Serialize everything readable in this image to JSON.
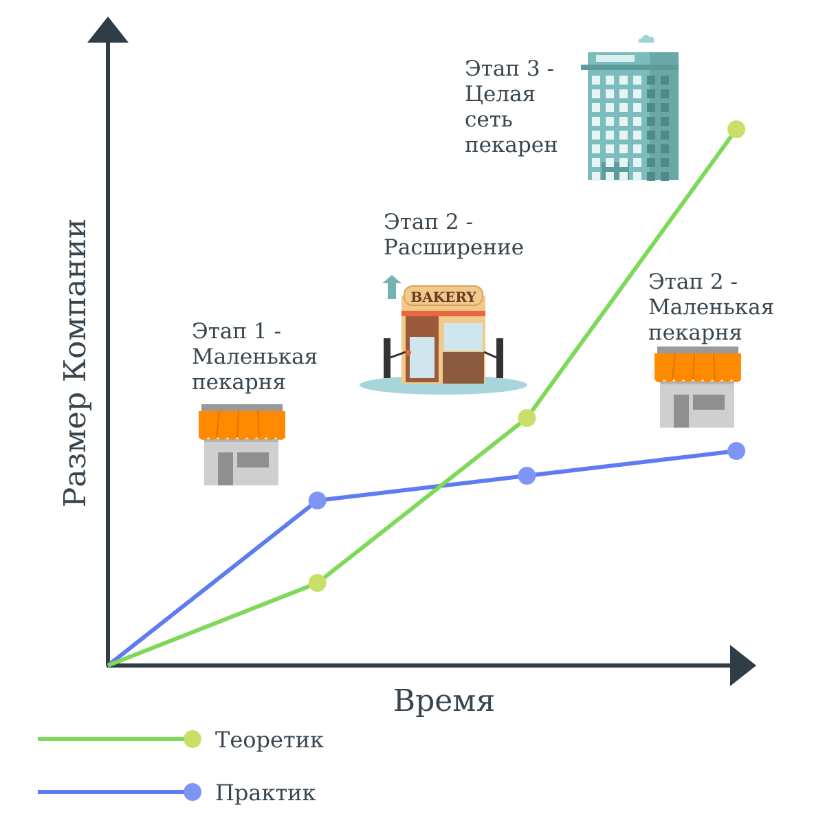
{
  "chart_data": {
    "type": "line",
    "xlabel": "Время",
    "ylabel": "Размер Компании",
    "x": [
      0,
      1,
      2,
      3
    ],
    "series": [
      {
        "name": "Теоретик",
        "color": "#7ed957",
        "marker_color": "#c8e06a",
        "values": [
          0,
          1,
          3,
          6.5
        ]
      },
      {
        "name": "Практик",
        "color": "#5e7bf2",
        "marker_color": "#7f95f5",
        "values": [
          0,
          2,
          2.3,
          2.6
        ]
      }
    ],
    "xlim": [
      0,
      3.2
    ],
    "ylim": [
      0,
      7.5
    ],
    "grid": false,
    "legend_position": "bottom-left",
    "annotations": [
      {
        "id": "stage1",
        "lines": [
          "Этап 1 -",
          "Маленькая",
          "пекарня"
        ],
        "icon": "small-shop-icon"
      },
      {
        "id": "stage2",
        "lines": [
          "Этап 2 -",
          "Расширение"
        ],
        "icon": "bakery-icon",
        "icon_text": "BAKERY"
      },
      {
        "id": "stage3",
        "lines": [
          "Этап 3 -",
          "Целая",
          "сеть",
          "пекарен"
        ],
        "icon": "office-building-icon"
      },
      {
        "id": "stage2b",
        "lines": [
          "Этап 2 -",
          "Маленькая",
          "пекарня"
        ],
        "icon": "small-shop-icon"
      }
    ]
  },
  "colors": {
    "axis": "#2f3d47",
    "text": "#38454f",
    "awning": "#ff8a00",
    "shop_wall": "#d0d0d0",
    "building": "#75b3b2"
  }
}
